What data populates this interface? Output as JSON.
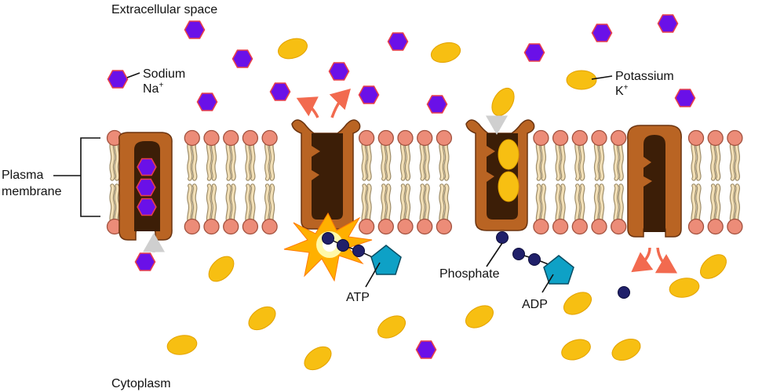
{
  "labels": {
    "extracellular": "Extracellular space",
    "cytoplasm": "Cytoplasm",
    "sodium": "Sodium",
    "sodium_symbol": "Na",
    "sodium_charge": "+",
    "potassium": "Potassium",
    "potassium_symbol": "K",
    "potassium_charge": "+",
    "plasma_line1": "Plasma",
    "plasma_line2": "membrane",
    "atp": "ATP",
    "adp": "ADP",
    "phosphate": "Phosphate"
  },
  "colors": {
    "sodium_fill": "#6a10e8",
    "sodium_edge": "#e8404a",
    "potassium_fill": "#f7bf12",
    "potassium_edge": "#e3a200",
    "lipid_head": "#ec8c78",
    "lipid_tail": "#f2dfb6",
    "protein": "#b96423",
    "channel": "#3c1e07",
    "phosphate": "#20206a",
    "atp_pentagon": "#0ea1c6",
    "arrow_release": "#f26a4f",
    "arrow_entry": "#cfcfcf",
    "energy_burst": "#ffe600"
  }
}
